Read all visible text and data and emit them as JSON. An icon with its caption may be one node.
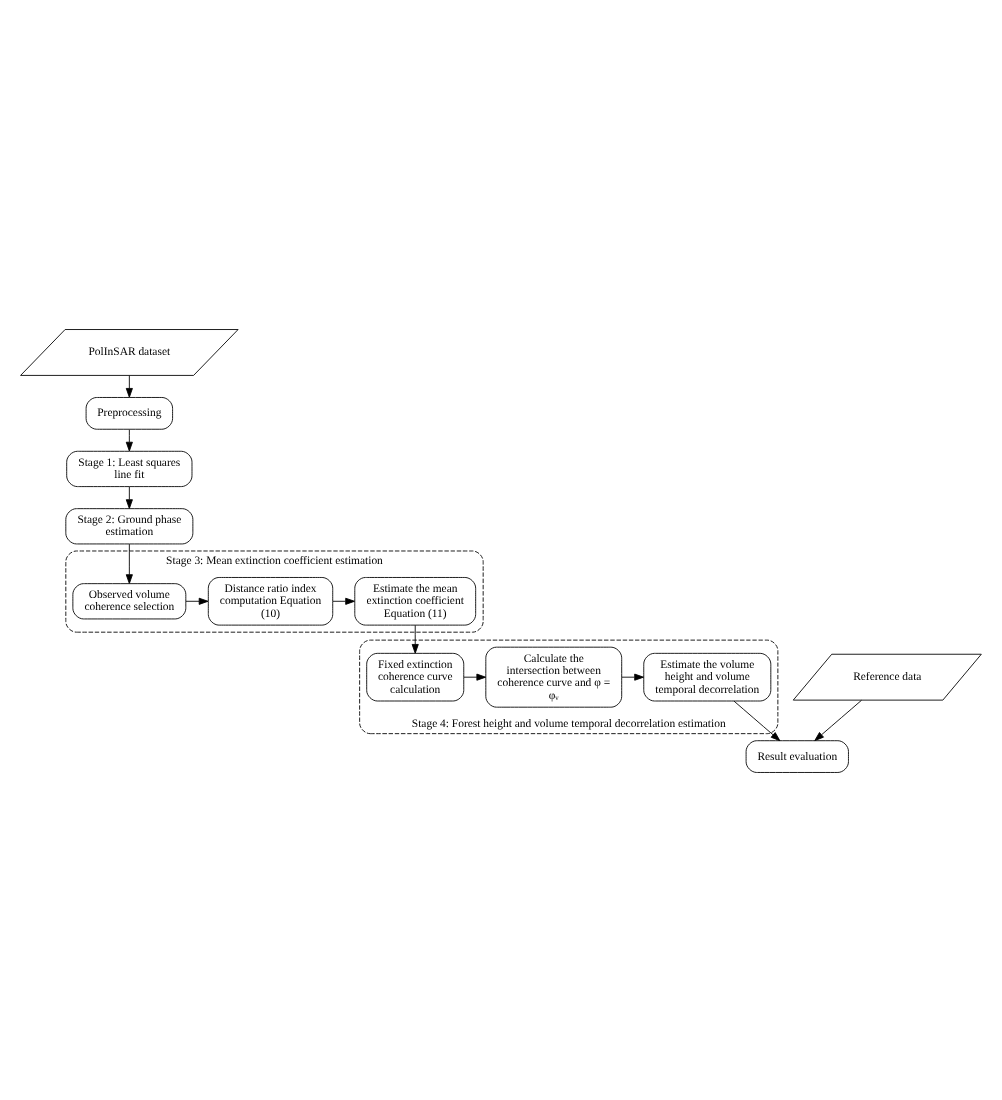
{
  "diagram": {
    "nodes": [
      {
        "text": [
          "PolInSAR dataset"
        ]
      },
      {
        "text": [
          "Preprocessing"
        ]
      },
      {
        "text": [
          "Stage 1: Least squares line fit"
        ]
      },
      {
        "text": [
          "Stage 2: Ground phase estimation"
        ]
      },
      {
        "text": [
          "Stage 3: Mean extinction coefficient estimation"
        ]
      },
      {
        "text": [
          "Observed volume coherence selection"
        ],
        "in": 4
      },
      {
        "text": [
          "Distance ratio index computation Equation (10)"
        ],
        "in": 4
      },
      {
        "text": [
          "Estimate the mean extinction coefficient Equation (11)"
        ],
        "in": 4
      },
      {
        "text": [
          "Stage 4: Forest height and volume temporal decorrelation estimation"
        ]
      },
      {
        "text": [
          "Fixed extinction coherence curve calculation"
        ],
        "in": 8
      },
      {
        "text": [
          "Calculate the intersection between coherence curve and φ = φᵥ"
        ],
        "in": 8
      },
      {
        "text": [
          "Estimate the volume height and volume temporal decorrelation"
        ],
        "in": 8
      },
      {
        "text": [
          "Reference data"
        ]
      },
      {
        "text": [
          "Result evaluation"
        ]
      }
    ],
    "edges": [
      {
        "from": 0,
        "to": 1,
        "arrow": "to"
      },
      {
        "from": 1,
        "to": 2,
        "arrow": "to"
      },
      {
        "from": 2,
        "to": 3,
        "arrow": "to"
      },
      {
        "from": 3,
        "to": 5,
        "arrow": "to"
      },
      {
        "from": 5,
        "to": 6,
        "arrow": "to"
      },
      {
        "from": 6,
        "to": 7,
        "arrow": "to"
      },
      {
        "from": 7,
        "to": 9,
        "arrow": "to"
      },
      {
        "from": 9,
        "to": 10,
        "arrow": "to"
      },
      {
        "from": 10,
        "to": 11,
        "arrow": "to"
      },
      {
        "from": 11,
        "to": 13,
        "arrow": "to"
      },
      {
        "from": 12,
        "to": 13,
        "arrow": "to"
      }
    ]
  }
}
